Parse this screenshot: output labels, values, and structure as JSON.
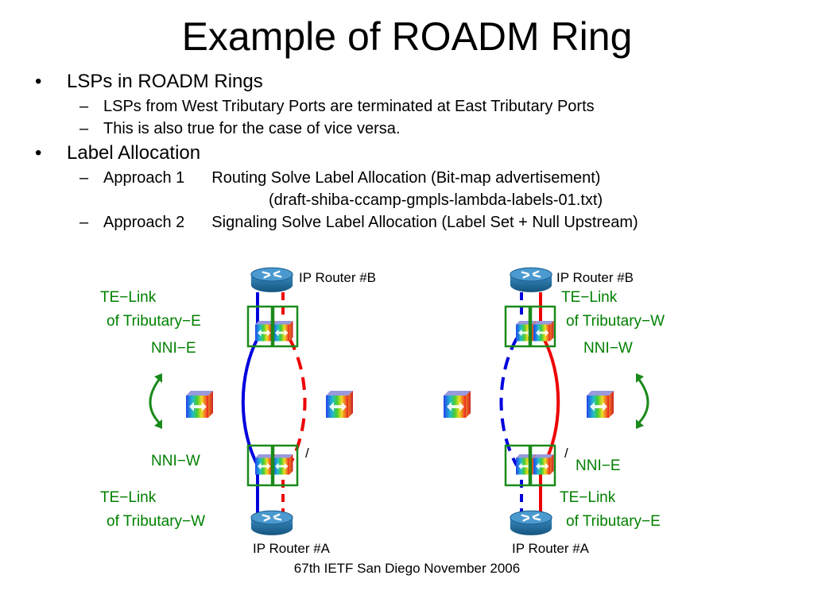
{
  "title": "Example of ROADM Ring",
  "bullets": [
    {
      "text": "LSPs in ROADM Rings",
      "subs": [
        "LSPs from West Tributary Ports are terminated at East Tributary Ports",
        "This is also true for the case of vice versa."
      ]
    },
    {
      "text": "Label Allocation",
      "subs": [
        {
          "name": "Approach 1",
          "text": "Routing Solve Label Allocation (Bit-map advertisement)",
          "cont": "(draft-shiba-ccamp-gmpls-lambda-labels-01.txt)"
        },
        {
          "name": "Approach 2",
          "text": "Signaling Solve Label Allocation (Label Set + Null Upstream)"
        }
      ]
    }
  ],
  "bullet_glyph": "•",
  "sub_glyph": "–",
  "left_ring": {
    "router_b": "IP Router #B",
    "router_a": "IP Router #A",
    "te_link_top_1": "TE−Link",
    "te_link_top_2": "of Tributary−E",
    "nni_top": "NNI−E",
    "nni_bottom": "NNI−W",
    "te_link_bottom_1": "TE−Link",
    "te_link_bottom_2": "of Tributary−W",
    "mark": "/"
  },
  "right_ring": {
    "router_b": "IP Router #B",
    "router_a": "IP Router #A",
    "te_link_top_1": "TE−Link",
    "te_link_top_2": "of Tributary−W",
    "nni_top": "NNI−W",
    "nni_bottom": "NNI−E",
    "te_link_bottom_1": "TE−Link",
    "te_link_bottom_2": "of Tributary−E",
    "mark": "/"
  },
  "colors": {
    "blue_path": "#0000dd",
    "red_path": "#ee0000",
    "green_box": "#1a8a1a",
    "router": "#1a6a9a"
  },
  "icons": [
    "router-icon",
    "roadm-node-icon",
    "rotate-arrow-icon"
  ],
  "footer": "67th IETF San Diego November 2006"
}
